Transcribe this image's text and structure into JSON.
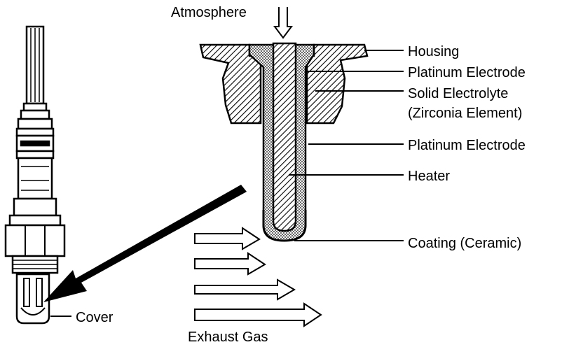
{
  "labels": {
    "atmosphere": "Atmosphere",
    "housing": "Housing",
    "platinum_electrode_1": "Platinum Electrode",
    "solid_electrolyte_line1": "Solid Electrolyte",
    "solid_electrolyte_line2": "(Zirconia Element)",
    "platinum_electrode_2": "Platinum Electrode",
    "heater": "Heater",
    "coating": "Coating (Ceramic)",
    "cover": "Cover",
    "exhaust_gas": "Exhaust Gas"
  },
  "colors": {
    "ink": "#000000",
    "paper": "#ffffff"
  }
}
